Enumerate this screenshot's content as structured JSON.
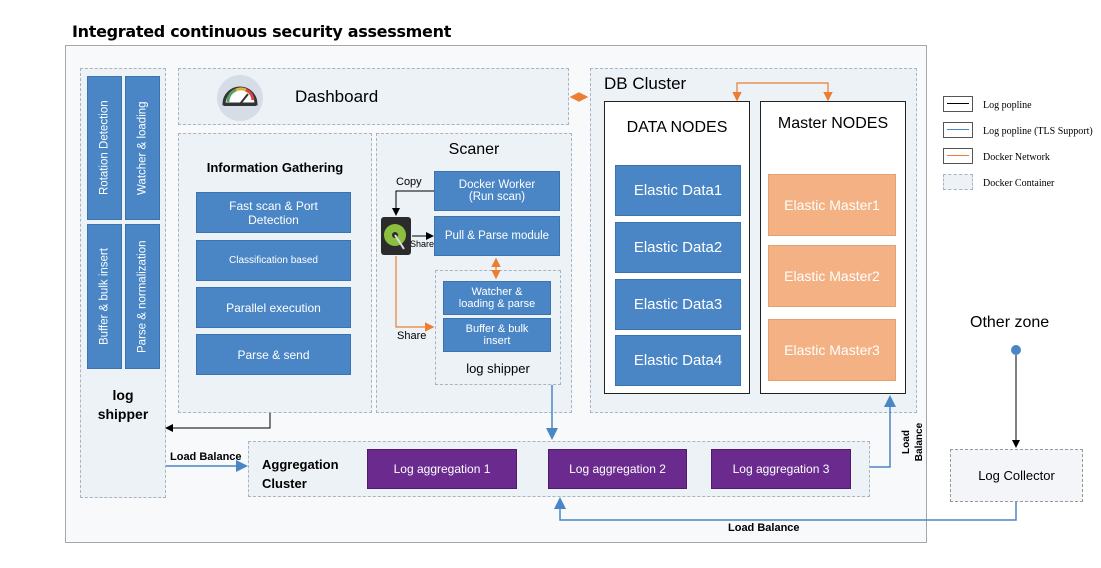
{
  "title": "Integrated continuous security assessment",
  "log_shipper_left": {
    "cells": [
      "Rotation Detection",
      "Watcher & loading",
      "Buffer & bulk insert",
      "Parse & normalization"
    ],
    "label": "log\nshipper"
  },
  "dashboard": {
    "label": "Dashboard"
  },
  "info_gathering": {
    "title": "Information Gathering",
    "items": [
      "Fast scan & Port Detection",
      "Classification based",
      "Parallel execution",
      "Parse & send"
    ]
  },
  "scanner": {
    "title": "Scaner",
    "copy_label": "Copy",
    "share_label_1": "Share",
    "share_label_2": "Share",
    "docker_worker": "Docker Worker\n(Run scan)",
    "pull_parse": "Pull & Parse module",
    "watcher": "Watcher &\nloading & parse",
    "buffer": "Buffer & bulk\ninsert",
    "log_shipper": "log shipper"
  },
  "db_cluster": {
    "title": "DB Cluster",
    "data_nodes": {
      "title": "DATA NODES",
      "items": [
        "Elastic Data1",
        "Elastic Data2",
        "Elastic Data3",
        "Elastic Data4"
      ]
    },
    "master_nodes": {
      "title": "Master NODES",
      "items": [
        "Elastic Master1",
        "Elastic Master2",
        "Elastic Master3"
      ]
    }
  },
  "aggregation": {
    "title": "Aggregation\nCluster",
    "items": [
      "Log aggregation 1",
      "Log aggregation 2",
      "Log aggregation 3"
    ],
    "load_balance_left": "Load Balance",
    "load_balance_right": "Load\nBalance",
    "load_balance_bottom": "Load Balance"
  },
  "other_zone": {
    "label": "Other zone",
    "collector": "Log Collector"
  },
  "legend": [
    {
      "text": "Log popline",
      "color": "#000000"
    },
    {
      "text": "Log popline (TLS Support)",
      "color": "#4a86c5"
    },
    {
      "text": "Docker Network",
      "color": "#ed7d31"
    },
    {
      "text": "Docker Container",
      "color": "#a9b4c2"
    }
  ],
  "colors": {
    "blue_box": "#4a86c5",
    "purple_box": "#6a2a8e",
    "orange_box": "#f4b183",
    "docker_network": "#ed7d31"
  }
}
